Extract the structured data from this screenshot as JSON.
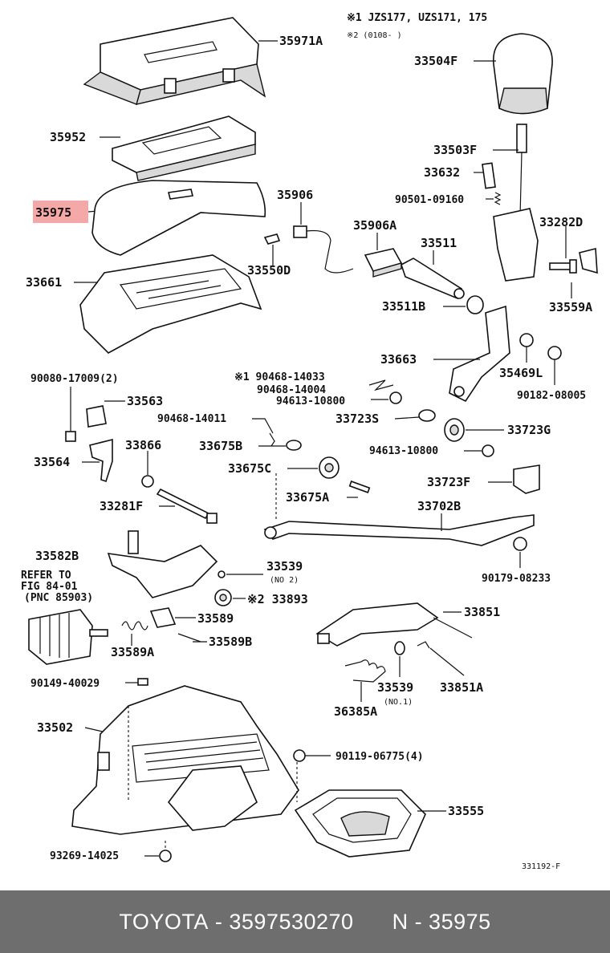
{
  "header": {
    "note1": "※1  JZS177, UZS171, 175",
    "note2": "※2  (0108-     )"
  },
  "highlight_color": "#f4a8a8",
  "labels": {
    "p35971A": "35971A",
    "p33504F": "33504F",
    "p35952": "35952",
    "p33503F": "33503F",
    "p33632": "33632",
    "p90501": "90501-09160",
    "p35975": "35975",
    "p35906": "35906",
    "p35906A": "35906A",
    "p33511": "33511",
    "p33282D": "33282D",
    "p33550D": "33550D",
    "p33661": "33661",
    "p33559A": "33559A",
    "p33511B": "33511B",
    "p33663": "33663",
    "p35469L": "35469L",
    "p90080": "90080-17009(2)",
    "p90468a": "※1 90468-14033",
    "p90468b": "90468-14004",
    "p94613a": "94613-10800",
    "p90182": "90182-08005",
    "p33563": "33563",
    "p90468c": "90468-14011",
    "p33723S": "33723S",
    "p33723G": "33723G",
    "p33866": "33866",
    "p33675B": "33675B",
    "p94613b": "94613-10800",
    "p33564": "33564",
    "p33675C": "33675C",
    "p33723F": "33723F",
    "p33675A": "33675A",
    "p33281F": "33281F",
    "p33702B": "33702B",
    "p33582B": "33582B",
    "p33539a": "33539",
    "p33539a_sub": "(NO 2)",
    "p90179": "90179-08233",
    "refer1": "REFER TO",
    "refer2": "FIG 84-01",
    "refer3": "(PNC 85903)",
    "p33893": "※2 33893",
    "p33589": "33589",
    "p33851": "33851",
    "p33589A": "33589A",
    "p33589B": "33589B",
    "p90149": "90149-40029",
    "p33539b": "33539",
    "p33539b_sub": "(NO.1)",
    "p33851A": "33851A",
    "p36385A": "36385A",
    "p33502": "33502",
    "p90119": "90119-06775(4)",
    "p33555": "33555",
    "p93269": "93269-14025",
    "figcode": "331192-F"
  },
  "footer": {
    "brand": "TOYOTA",
    "part_number": "3597530270",
    "ref": "N - 35975"
  }
}
